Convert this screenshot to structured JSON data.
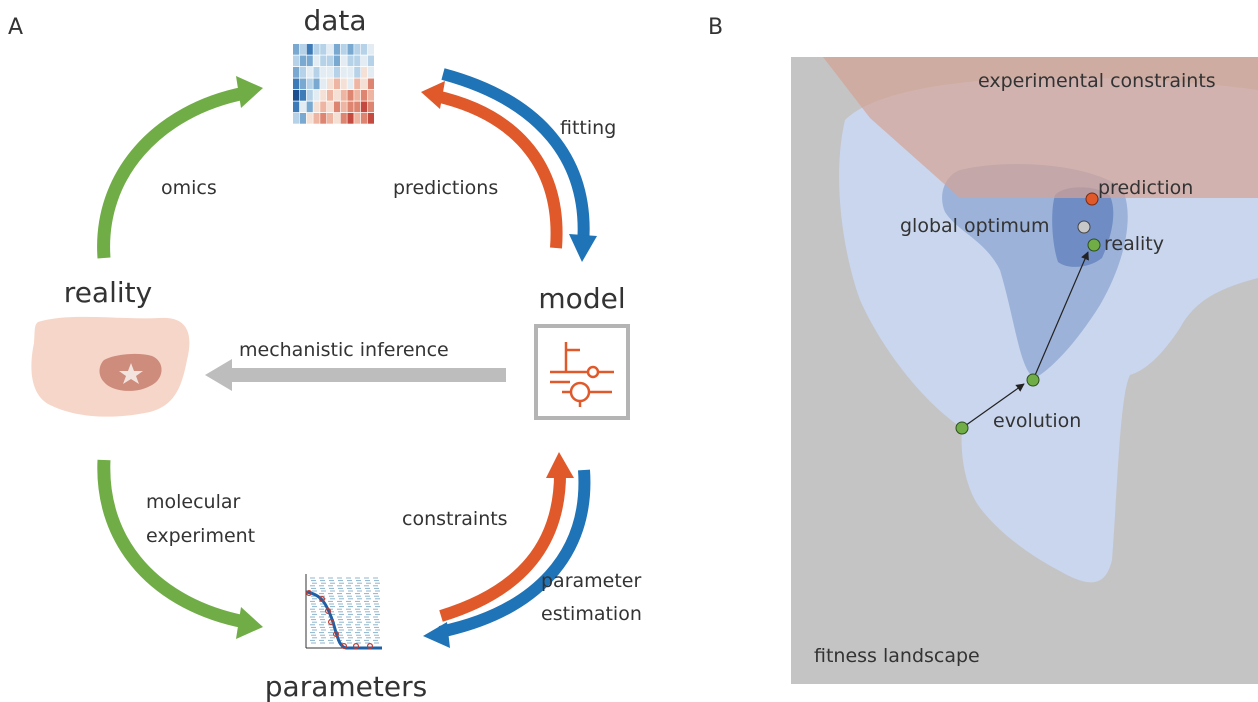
{
  "panel_a": {
    "letter": "A",
    "nodes": {
      "data": "data",
      "model": "model",
      "parameters": "parameters",
      "reality": "reality"
    },
    "edges": {
      "fitting": "fitting",
      "predictions": "predictions",
      "omics": "omics",
      "mechanistic_inference": "mechanistic inference",
      "molecular_experiment_line1": "molecular",
      "molecular_experiment_line2": "experiment",
      "constraints": "constraints",
      "parameter_estimation_line1": "parameter",
      "parameter_estimation_line2": "estimation"
    },
    "colors": {
      "green": "#70ad47",
      "orange": "#e0592a",
      "blue": "#1f73b7",
      "gray": "#bdbdbd"
    }
  },
  "panel_b": {
    "letter": "B",
    "labels": {
      "experimental_constraints": "experimental constraints",
      "prediction": "prediction",
      "global_optimum": "global optimum",
      "reality": "reality",
      "evolution": "evolution",
      "fitness_landscape": "fitness landscape"
    },
    "colors": {
      "background": "#c4c4c4",
      "landscape_light": "#c9d6ee",
      "landscape_mid": "#9cb2d9",
      "landscape_dark": "#6f8dc4",
      "constraint": "#d4a394",
      "prediction_dot": "#e0592a",
      "optimum_dot": "#c8c8c8",
      "reality_dot": "#70ad47"
    }
  }
}
